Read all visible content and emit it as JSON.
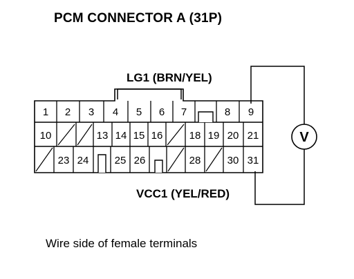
{
  "title": "PCM CONNECTOR A (31P)",
  "label_lg1": "LG1 (BRN/YEL)",
  "label_vcc1": "VCC1 (YEL/RED)",
  "caption": "Wire side of female terminals",
  "meter_symbol": "V",
  "rows": [
    [
      "1",
      "2",
      "3",
      "4",
      "5",
      "6",
      "7",
      "",
      "8",
      "9"
    ],
    [
      "10",
      "",
      "",
      "13",
      "14",
      "15",
      "16",
      "",
      "18",
      "19",
      "20",
      "21"
    ],
    [
      "",
      "23",
      "24",
      "",
      "25",
      "26",
      "",
      "",
      "28",
      "",
      "30",
      "31"
    ]
  ]
}
